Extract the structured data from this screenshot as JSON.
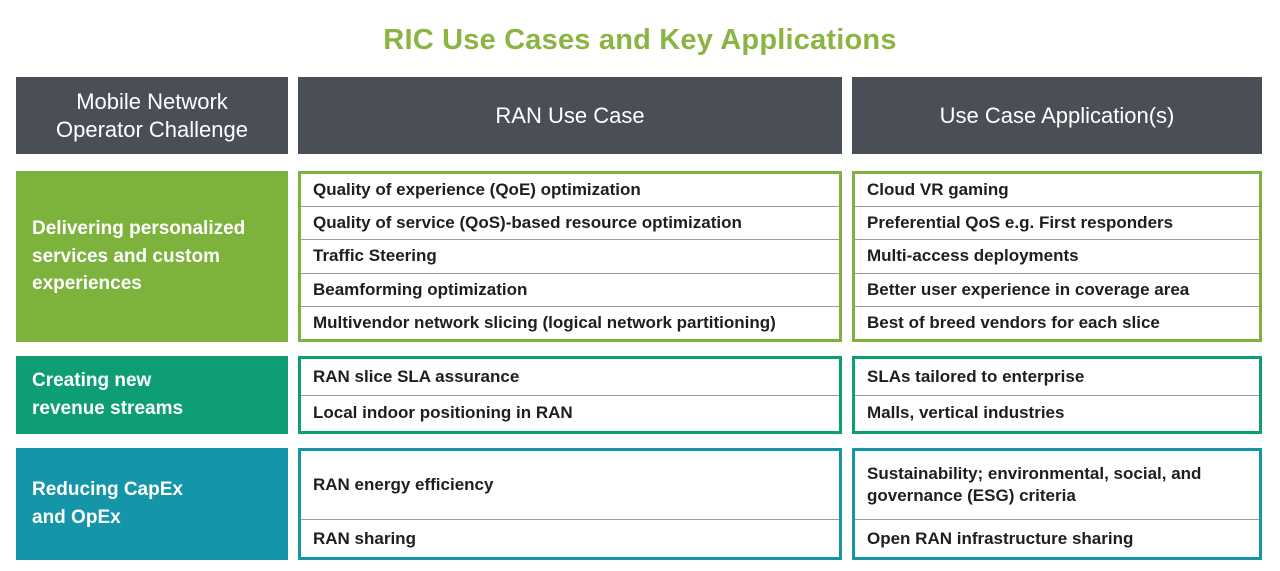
{
  "title": "RIC Use Cases and Key Applications",
  "colors": {
    "title": "#8BB542",
    "header_bg": "#4A4F57",
    "header_text": "#FFFFFF",
    "row_divider": "#9C9C9C",
    "cell_text": "#1E1E1E",
    "group_green": "#7DB23C",
    "group_teal_green": "#0D9E76",
    "group_teal": "#1496A8"
  },
  "headers": [
    "Mobile Network\nOperator Challenge",
    "RAN Use Case",
    "Use Case Application(s)"
  ],
  "groups": [
    {
      "challenge": "Delivering personalized\nservices and custom\nexperiences",
      "color": "#7DB23C",
      "rows": [
        {
          "use_case": "Quality of experience (QoE) optimization",
          "application": "Cloud VR gaming"
        },
        {
          "use_case": "Quality of service (QoS)-based resource optimization",
          "application": "Preferential QoS e.g. First responders"
        },
        {
          "use_case": "Traffic Steering",
          "application": "Multi-access deployments"
        },
        {
          "use_case": "Beamforming optimization",
          "application": "Better user experience in coverage area"
        },
        {
          "use_case": "Multivendor network slicing (logical network partitioning)",
          "application": "Best of breed vendors for each slice"
        }
      ]
    },
    {
      "challenge": "Creating new\nrevenue streams",
      "color": "#0D9E76",
      "rows": [
        {
          "use_case": "RAN slice SLA assurance",
          "application": "SLAs tailored to enterprise"
        },
        {
          "use_case": "Local indoor positioning in RAN",
          "application": "Malls, vertical industries"
        }
      ]
    },
    {
      "challenge": "Reducing CapEx\nand OpEx",
      "color": "#1496A8",
      "rows": [
        {
          "use_case": "RAN energy efficiency",
          "application": "Sustainability; environmental, social, and governance (ESG) criteria"
        },
        {
          "use_case": "RAN sharing",
          "application": "Open RAN infrastructure sharing"
        }
      ]
    }
  ]
}
